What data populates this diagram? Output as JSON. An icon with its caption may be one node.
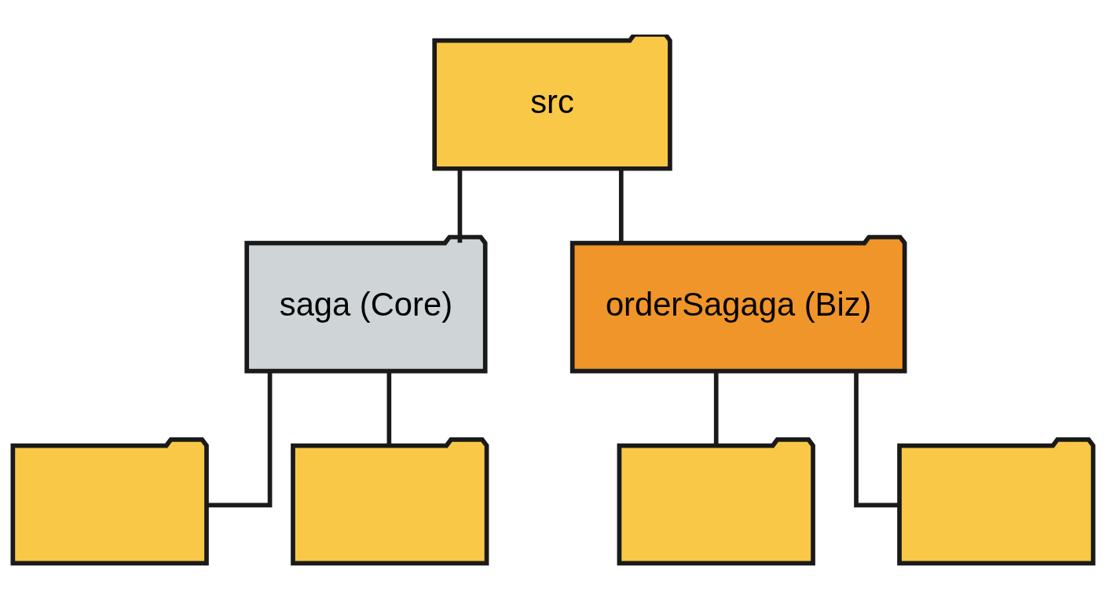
{
  "diagram": {
    "nodes": [
      {
        "text": [
          "src"
        ]
      },
      {
        "text": [
          "saga (Core)"
        ]
      },
      {
        "text": [
          "orderSagaga (Biz)"
        ]
      },
      {
        "text": [],
        "shape": "folder"
      },
      {
        "text": [],
        "shape": "folder"
      },
      {
        "text": [],
        "shape": "folder"
      },
      {
        "text": [],
        "shape": "folder"
      }
    ],
    "edges": [
      {
        "from": 0,
        "to": 1,
        "arrow": "none"
      },
      {
        "from": 0,
        "to": 2,
        "arrow": "none"
      },
      {
        "from": 1,
        "to": 3,
        "arrow": "none"
      },
      {
        "from": 1,
        "to": 4,
        "arrow": "none"
      },
      {
        "from": 2,
        "to": 5,
        "arrow": "none"
      },
      {
        "from": 2,
        "to": 6,
        "arrow": "none"
      }
    ]
  }
}
